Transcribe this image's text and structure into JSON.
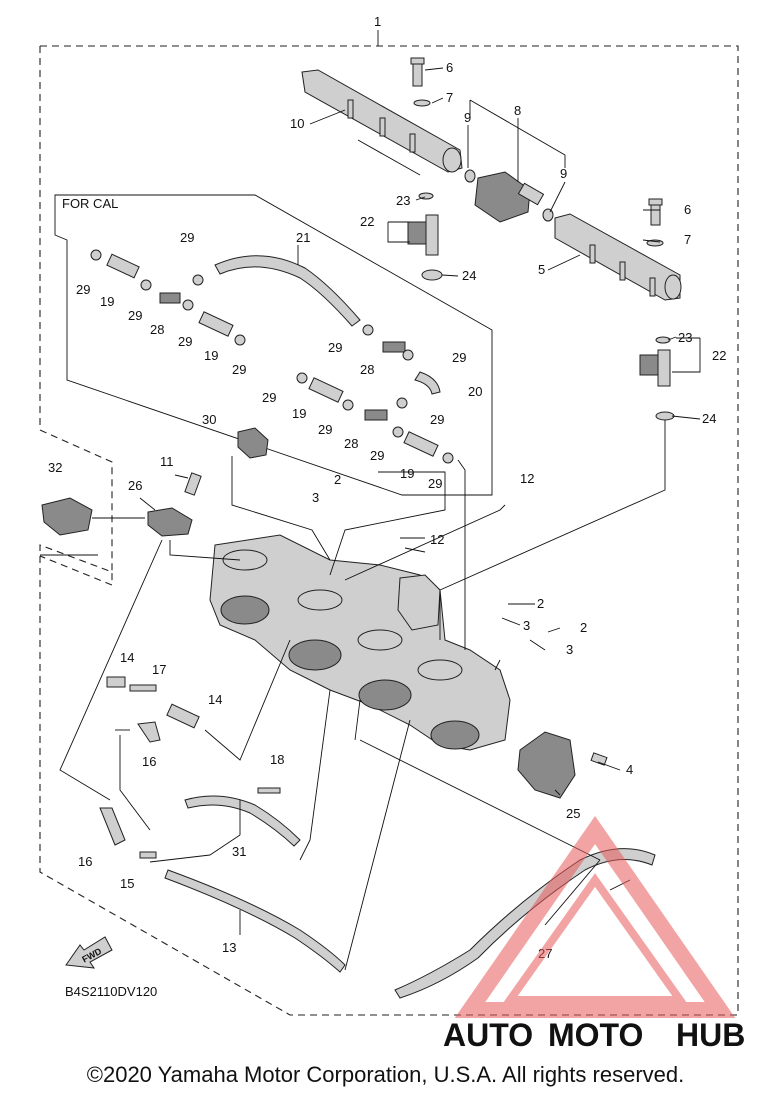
{
  "diagram": {
    "assembly_callout": "1",
    "calibration_group_label": "FOR CAL",
    "drawing_code": "B4S2110DV120",
    "fwd_arrow_text": "FWD",
    "callouts": [
      "2",
      "2",
      "2",
      "3",
      "3",
      "3",
      "4",
      "5",
      "6",
      "6",
      "7",
      "7",
      "8",
      "9",
      "9",
      "10",
      "11",
      "12",
      "12",
      "13",
      "14",
      "14",
      "15",
      "16",
      "16",
      "17",
      "18",
      "19",
      "19",
      "19",
      "19",
      "20",
      "21",
      "22",
      "22",
      "23",
      "23",
      "24",
      "24",
      "25",
      "26",
      "27",
      "28",
      "28",
      "28",
      "29",
      "29",
      "29",
      "29",
      "29",
      "29",
      "29",
      "29",
      "29",
      "29",
      "29",
      "30",
      "31",
      "32"
    ]
  },
  "watermark": {
    "brand_part1": "AUTO",
    "brand_part2": "MOTO",
    "brand_part3": "HUB",
    "colors": {
      "auto": "#f5a623",
      "moto": "#e8602c",
      "hub": "#7a7a7a",
      "triangle": "#e85a5a"
    }
  },
  "footer": {
    "copyright": "©2020 Yamaha Motor Corporation, U.S.A. All rights reserved."
  }
}
